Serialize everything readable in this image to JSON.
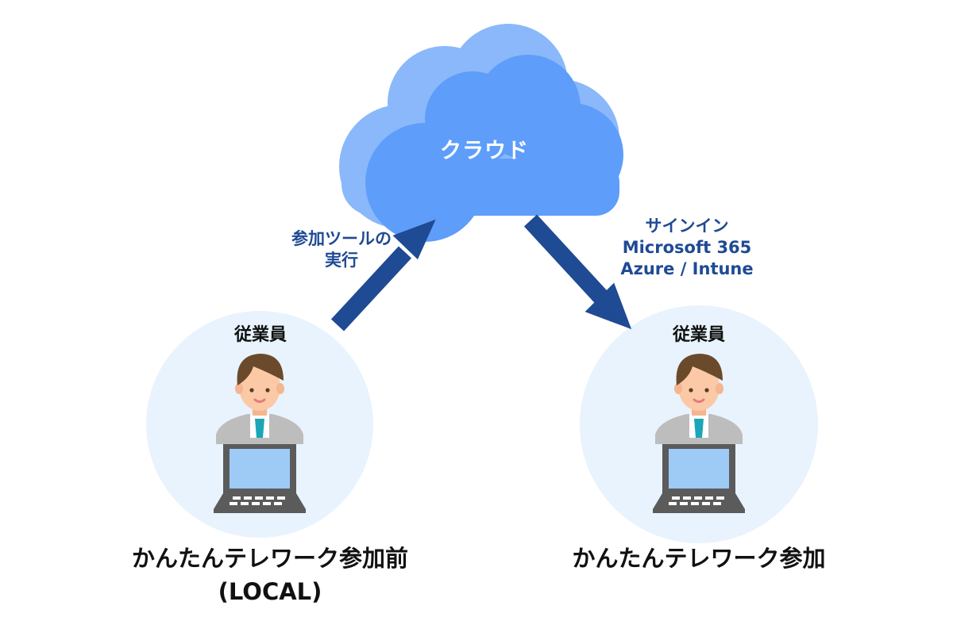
{
  "cloud": {
    "label": "クラウド",
    "colors": {
      "back": "#8ab8fb",
      "front": "#5e9efa"
    }
  },
  "arrows": {
    "left": {
      "direction": "up-right",
      "label_lines": [
        "参加ツールの",
        "実行"
      ]
    },
    "right": {
      "direction": "down-right",
      "label_lines": [
        "サインイン",
        "Microsoft 365",
        "Azure / Intune"
      ]
    },
    "color": "#1f4a94"
  },
  "nodes": [
    {
      "id": "left",
      "role_label": "従業員",
      "caption_lines": [
        "かんたんテレワーク参加前",
        "(LOCAL)"
      ]
    },
    {
      "id": "right",
      "role_label": "従業員",
      "caption_lines": [
        "かんたんテレワーク参加"
      ]
    }
  ],
  "colors": {
    "circle_bg": "#e8f3fd",
    "hair": "#6b4a2b",
    "skin": "#fbc9a6",
    "suit": "#bdbdbd",
    "tie": "#1aa6b7",
    "laptop_frame": "#5b5b5b",
    "laptop_screen": "#9ecbf6"
  }
}
